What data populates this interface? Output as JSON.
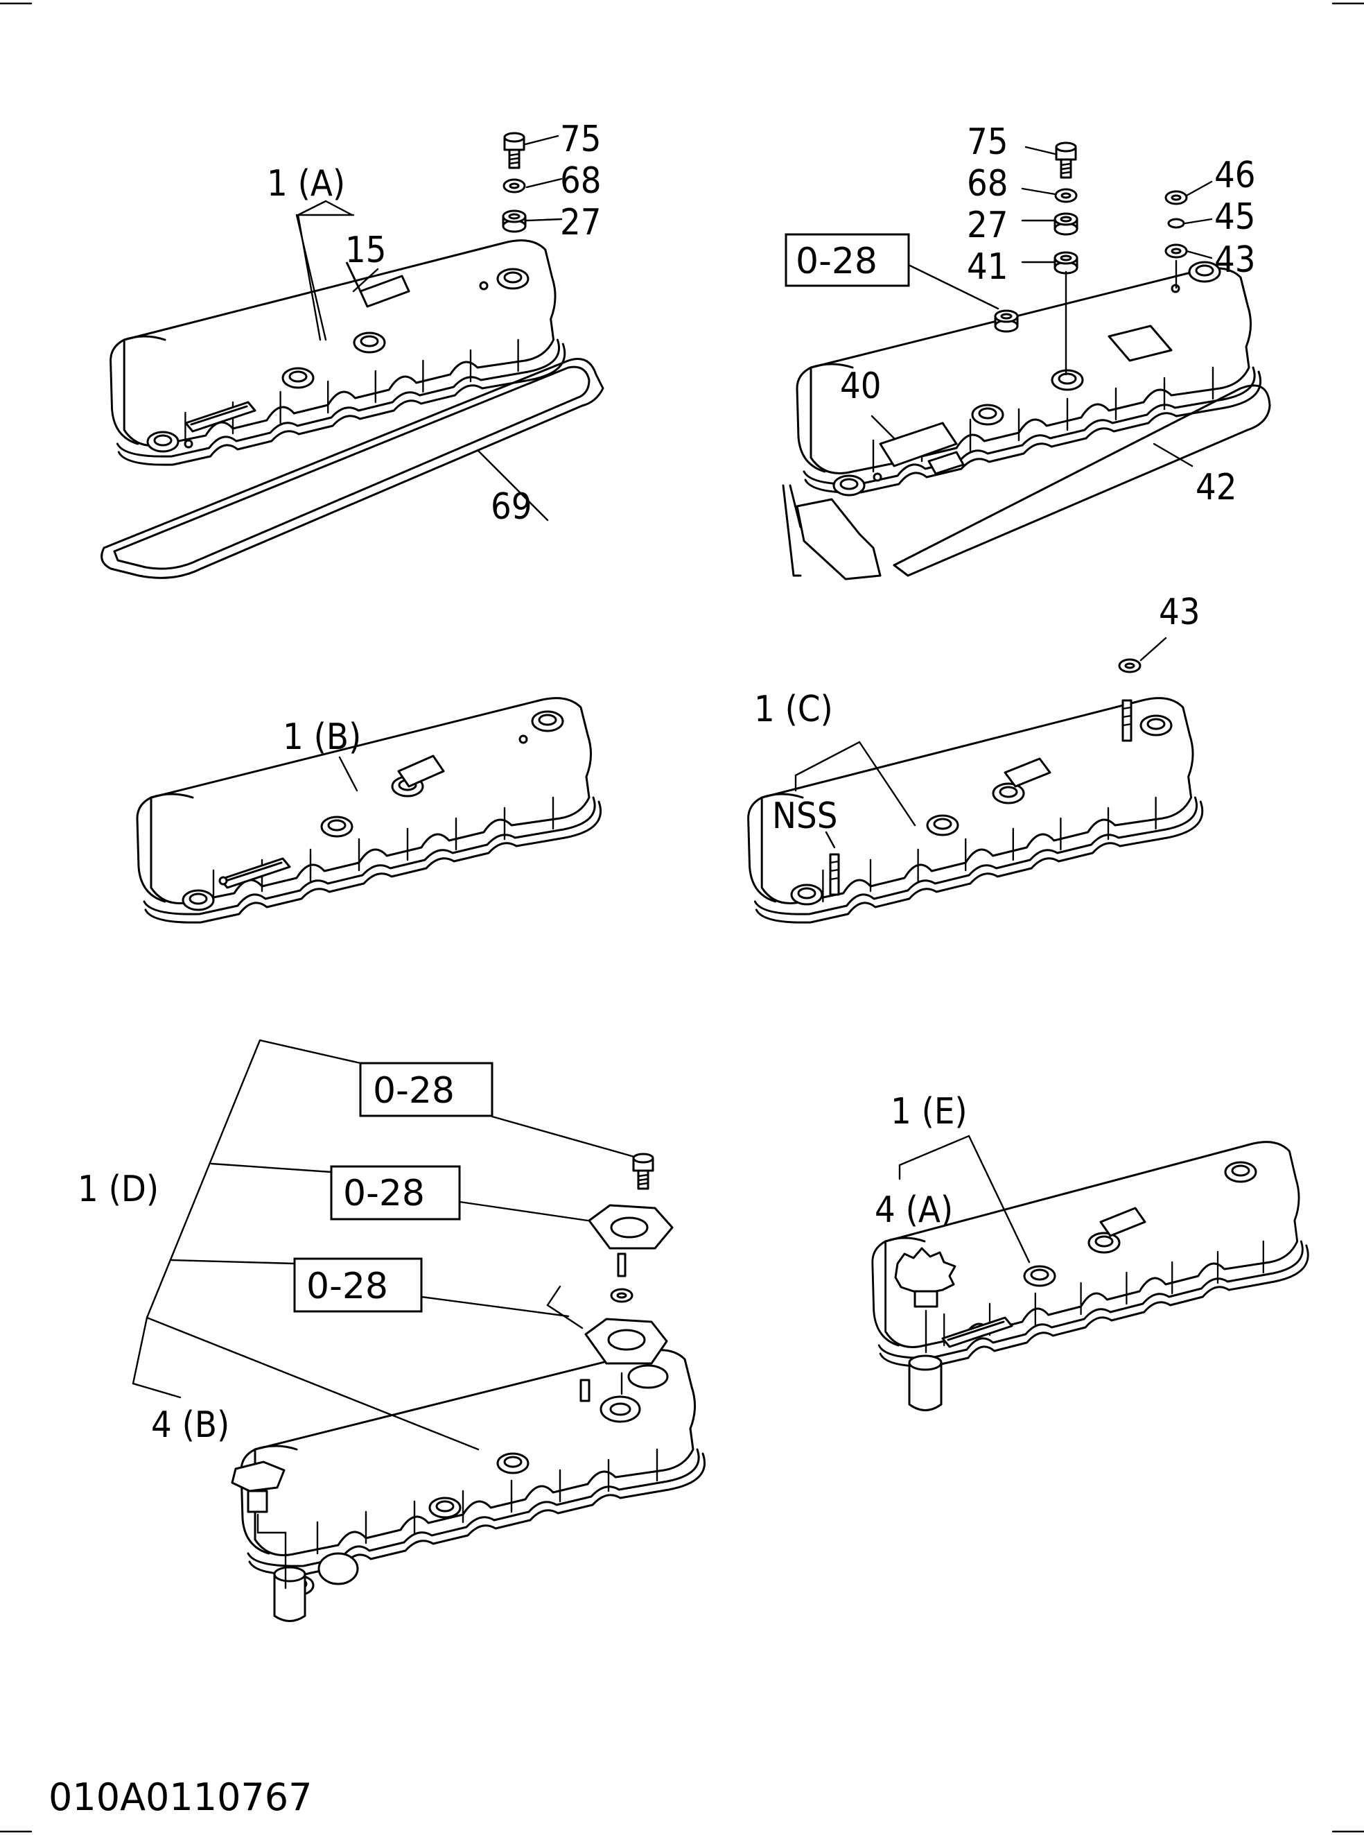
{
  "drawing_code": "010A0110767",
  "callouts": {
    "c1a": "1 (A)",
    "c15": "15",
    "c75a": "75",
    "c68a": "68",
    "c27a": "27",
    "c69": "69",
    "c75b": "75",
    "c68b": "68",
    "c27b": "27",
    "c41": "41",
    "c46": "46",
    "c45": "45",
    "c43a": "43",
    "c40": "40",
    "c42": "42",
    "ref1": "0-28",
    "c1b": "1 (B)",
    "c43b": "43",
    "c1c": "1 (C)",
    "cnss": "NSS",
    "c1d": "1 (D)",
    "ref2": "0-28",
    "ref3": "0-28",
    "ref4": "0-28",
    "c4b": "4 (B)",
    "c1e": "1 (E)",
    "c4a": "4 (A)"
  }
}
